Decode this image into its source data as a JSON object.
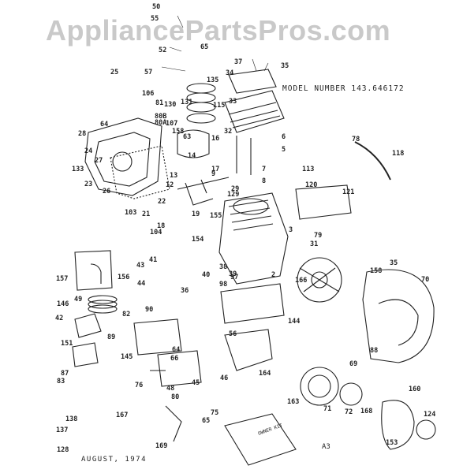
{
  "watermark": "AppliancePartsPros.com",
  "model_number": "MODEL NUMBER 143.646172",
  "date": "AUGUST, 1974",
  "page_id": "A3",
  "manual_label": "OWNER KIT",
  "part_labels": [
    "50",
    "55",
    "52",
    "65",
    "37",
    "35",
    "25",
    "57",
    "135",
    "34",
    "106",
    "81",
    "130",
    "131",
    "115",
    "33",
    "64",
    "80B",
    "80A",
    "107",
    "158",
    "28",
    "24",
    "27",
    "133",
    "23",
    "26",
    "63",
    "14",
    "16",
    "32",
    "6",
    "5",
    "78",
    "118",
    "17",
    "9",
    "7",
    "8",
    "113",
    "13",
    "12",
    "29",
    "129",
    "120",
    "121",
    "22",
    "21",
    "19",
    "18",
    "103",
    "104",
    "155",
    "79",
    "3",
    "31",
    "154",
    "41",
    "43",
    "44",
    "40",
    "36",
    "39",
    "38",
    "97",
    "98",
    "2",
    "166",
    "35",
    "70",
    "158",
    "157",
    "156",
    "49",
    "146",
    "42",
    "82",
    "90",
    "89",
    "151",
    "145",
    "144",
    "56",
    "64",
    "66",
    "69",
    "88",
    "87",
    "83",
    "138",
    "137",
    "128",
    "76",
    "48",
    "80",
    "45",
    "46",
    "75",
    "65",
    "164",
    "163",
    "71",
    "72",
    "168",
    "160",
    "124",
    "153",
    "167",
    "169"
  ]
}
